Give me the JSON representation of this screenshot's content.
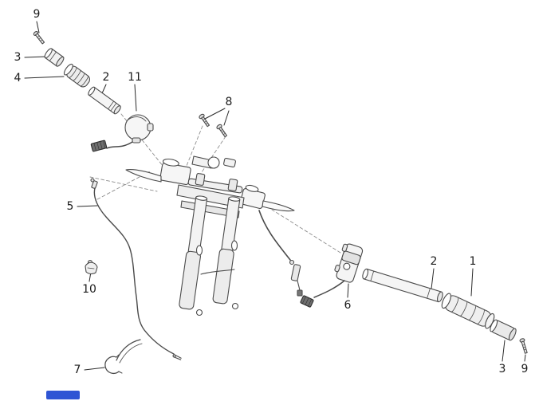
{
  "page": {
    "background_color": "#ffffff",
    "footer_mark_color": "#2f55d4"
  },
  "diagram": {
    "callouts": [
      {
        "label": "9"
      },
      {
        "label": "3"
      },
      {
        "label": "4"
      },
      {
        "label": "2"
      },
      {
        "label": "11"
      },
      {
        "label": "8"
      },
      {
        "label": "5"
      },
      {
        "label": "10"
      },
      {
        "label": "7"
      },
      {
        "label": "6"
      },
      {
        "label": "2"
      },
      {
        "label": "1"
      },
      {
        "label": "3"
      },
      {
        "label": "9"
      }
    ]
  }
}
